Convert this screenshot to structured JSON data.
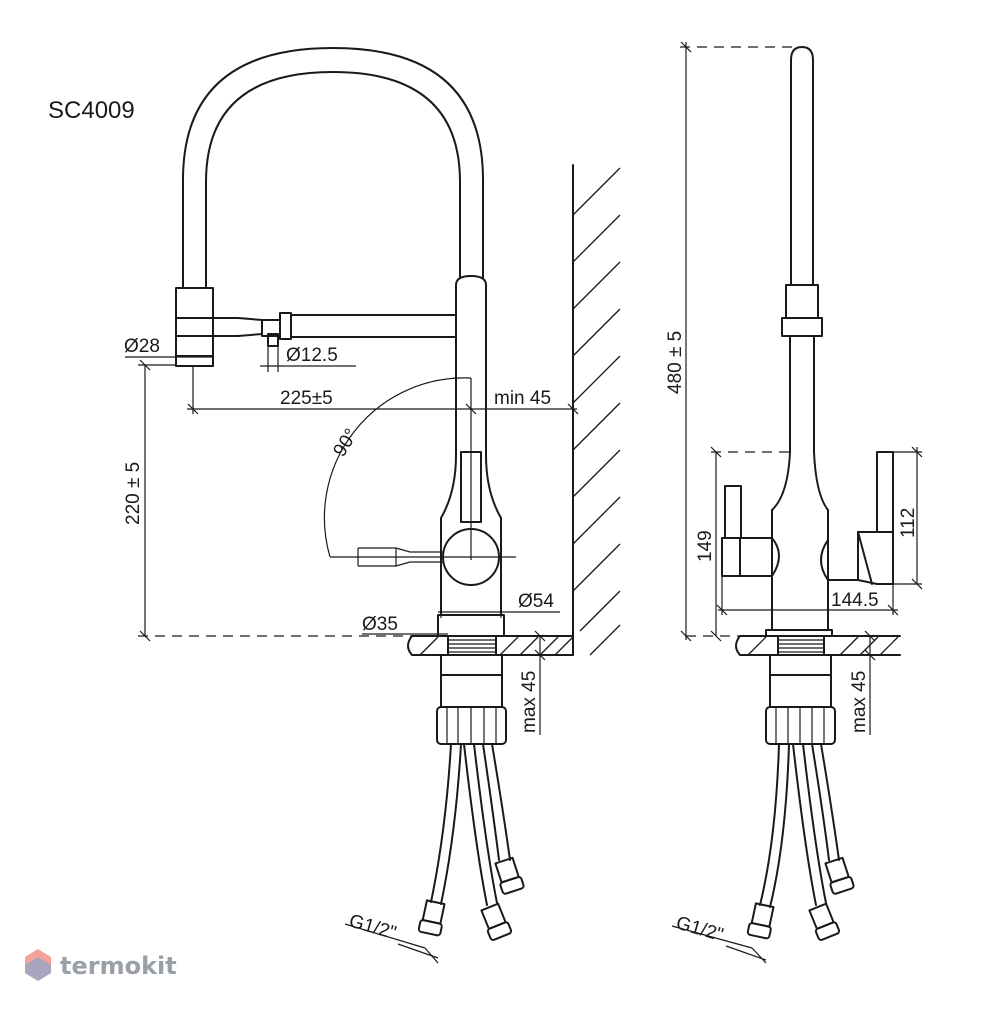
{
  "model": "SC4009",
  "brand": {
    "name": "termokit",
    "logo_color": "#e8574a",
    "text_color": "#9aa0a6"
  },
  "front_view": {
    "dimensions": {
      "outlet_diameter": "Ø28",
      "hose_diameter": "Ø12.5",
      "reach": "225±5",
      "wall_clearance": "min 45",
      "swivel_angle": "90°",
      "height": "220 ± 5",
      "base_diameter": "Ø54",
      "mount_hole": "Ø35",
      "max_thickness": "max 45",
      "thread": "G1/2\""
    }
  },
  "side_view": {
    "dimensions": {
      "total_height": "480 ± 5",
      "handle_height": "149",
      "lever_height": "112",
      "width": "144.5",
      "max_thickness": "max 45",
      "thread": "G1/2\""
    }
  }
}
